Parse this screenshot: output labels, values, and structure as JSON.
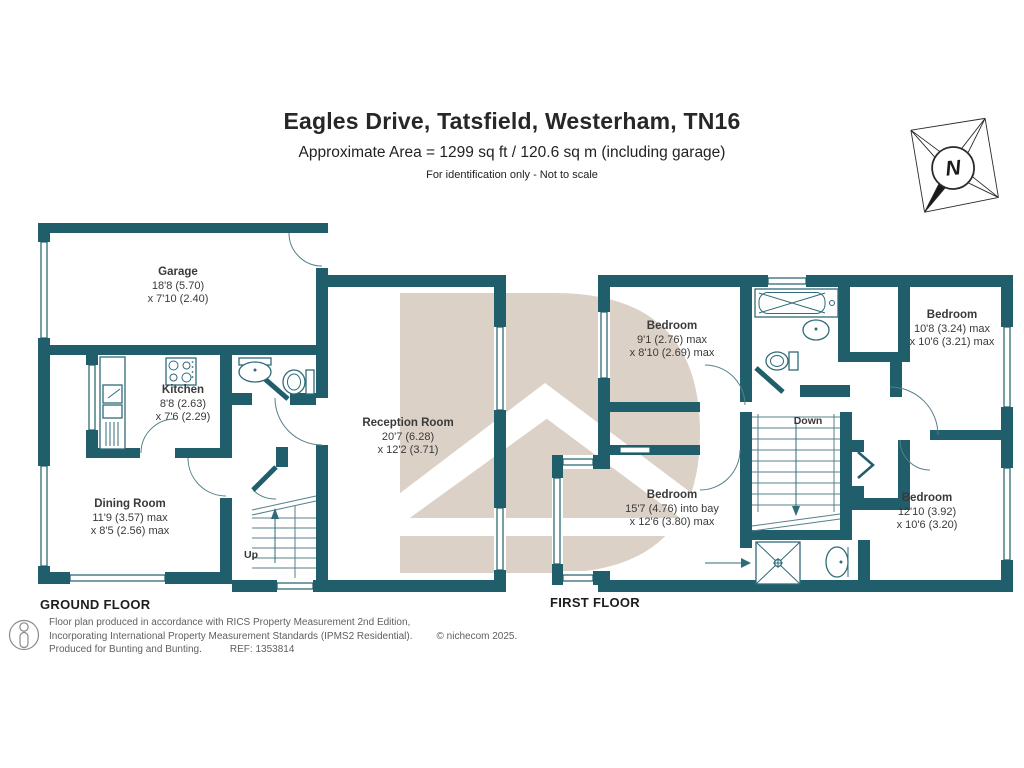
{
  "header": {
    "title": "Eagles Drive, Tatsfield, Westerham, TN16",
    "subtitle": "Approximate Area = 1299 sq ft / 120.6 sq m (including garage)",
    "note": "For identification only - Not to scale"
  },
  "compass": {
    "letter": "N"
  },
  "colors": {
    "wall": "#1f5e6a",
    "fixture": "#2f6b78",
    "door_arc": "#55808a",
    "watermark": "#dcd1c7",
    "text": "#3a3a3a",
    "footer_text": "#606060"
  },
  "floors": [
    {
      "label": "GROUND FLOOR",
      "stairs_label": "Up",
      "rooms": [
        {
          "name": "Garage",
          "dim1": "18'8 (5.70)",
          "dim2": "x 7'10 (2.40)"
        },
        {
          "name": "Kitchen",
          "dim1": "8'8 (2.63)",
          "dim2": "x 7'6 (2.29)"
        },
        {
          "name": "Dining Room",
          "dim1": "11'9 (3.57) max",
          "dim2": "x 8'5 (2.56) max"
        },
        {
          "name": "Reception Room",
          "dim1": "20'7 (6.28)",
          "dim2": "x 12'2 (3.71)"
        }
      ]
    },
    {
      "label": "FIRST FLOOR",
      "stairs_label": "Down",
      "rooms": [
        {
          "name": "Bedroom",
          "dim1": "9'1 (2.76) max",
          "dim2": "x 8'10 (2.69) max"
        },
        {
          "name": "Bedroom",
          "dim1": "10'8 (3.24) max",
          "dim2": "x 10'6 (3.21) max"
        },
        {
          "name": "Bedroom",
          "dim1": "15'7 (4.76) into bay",
          "dim2": "x 12'6 (3.80) max"
        },
        {
          "name": "Bedroom",
          "dim1": "12'10 (3.92)",
          "dim2": "x 10'6 (3.20)"
        }
      ]
    }
  ],
  "footer": {
    "line1": "Floor plan produced in accordance with RICS Property Measurement 2nd Edition,",
    "line2": "Incorporating International Property Measurement Standards (IPMS2 Residential).",
    "copyright": "© nichecom 2025.",
    "line3": "Produced for Bunting and Bunting.",
    "ref": "REF:  1353814"
  }
}
